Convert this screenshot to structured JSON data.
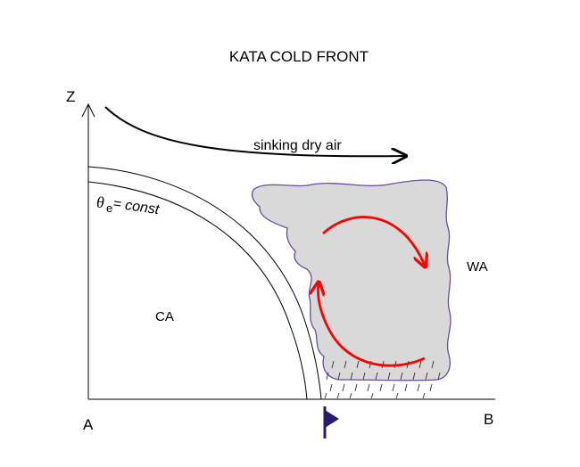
{
  "title": "KATA COLD FRONT",
  "axes": {
    "z_label": "Z",
    "origin_label": "A",
    "end_label": "B"
  },
  "labels": {
    "sinking_air": "sinking dry air",
    "theta_symbol": "θ",
    "theta_subscript": "e",
    "theta_eq": " = const",
    "cold_air": "CA",
    "warm_air": "WA"
  },
  "colors": {
    "cloud_fill": "#d9d9d9",
    "cloud_outline": "#6a4c9c",
    "circulation_arrow": "#ff0000",
    "front_symbol": "#2a1a6e",
    "line": "#000000"
  },
  "icons": {
    "front_symbol": "cold-front-triangle-icon",
    "circulation": "circulation-arrow-icon"
  }
}
